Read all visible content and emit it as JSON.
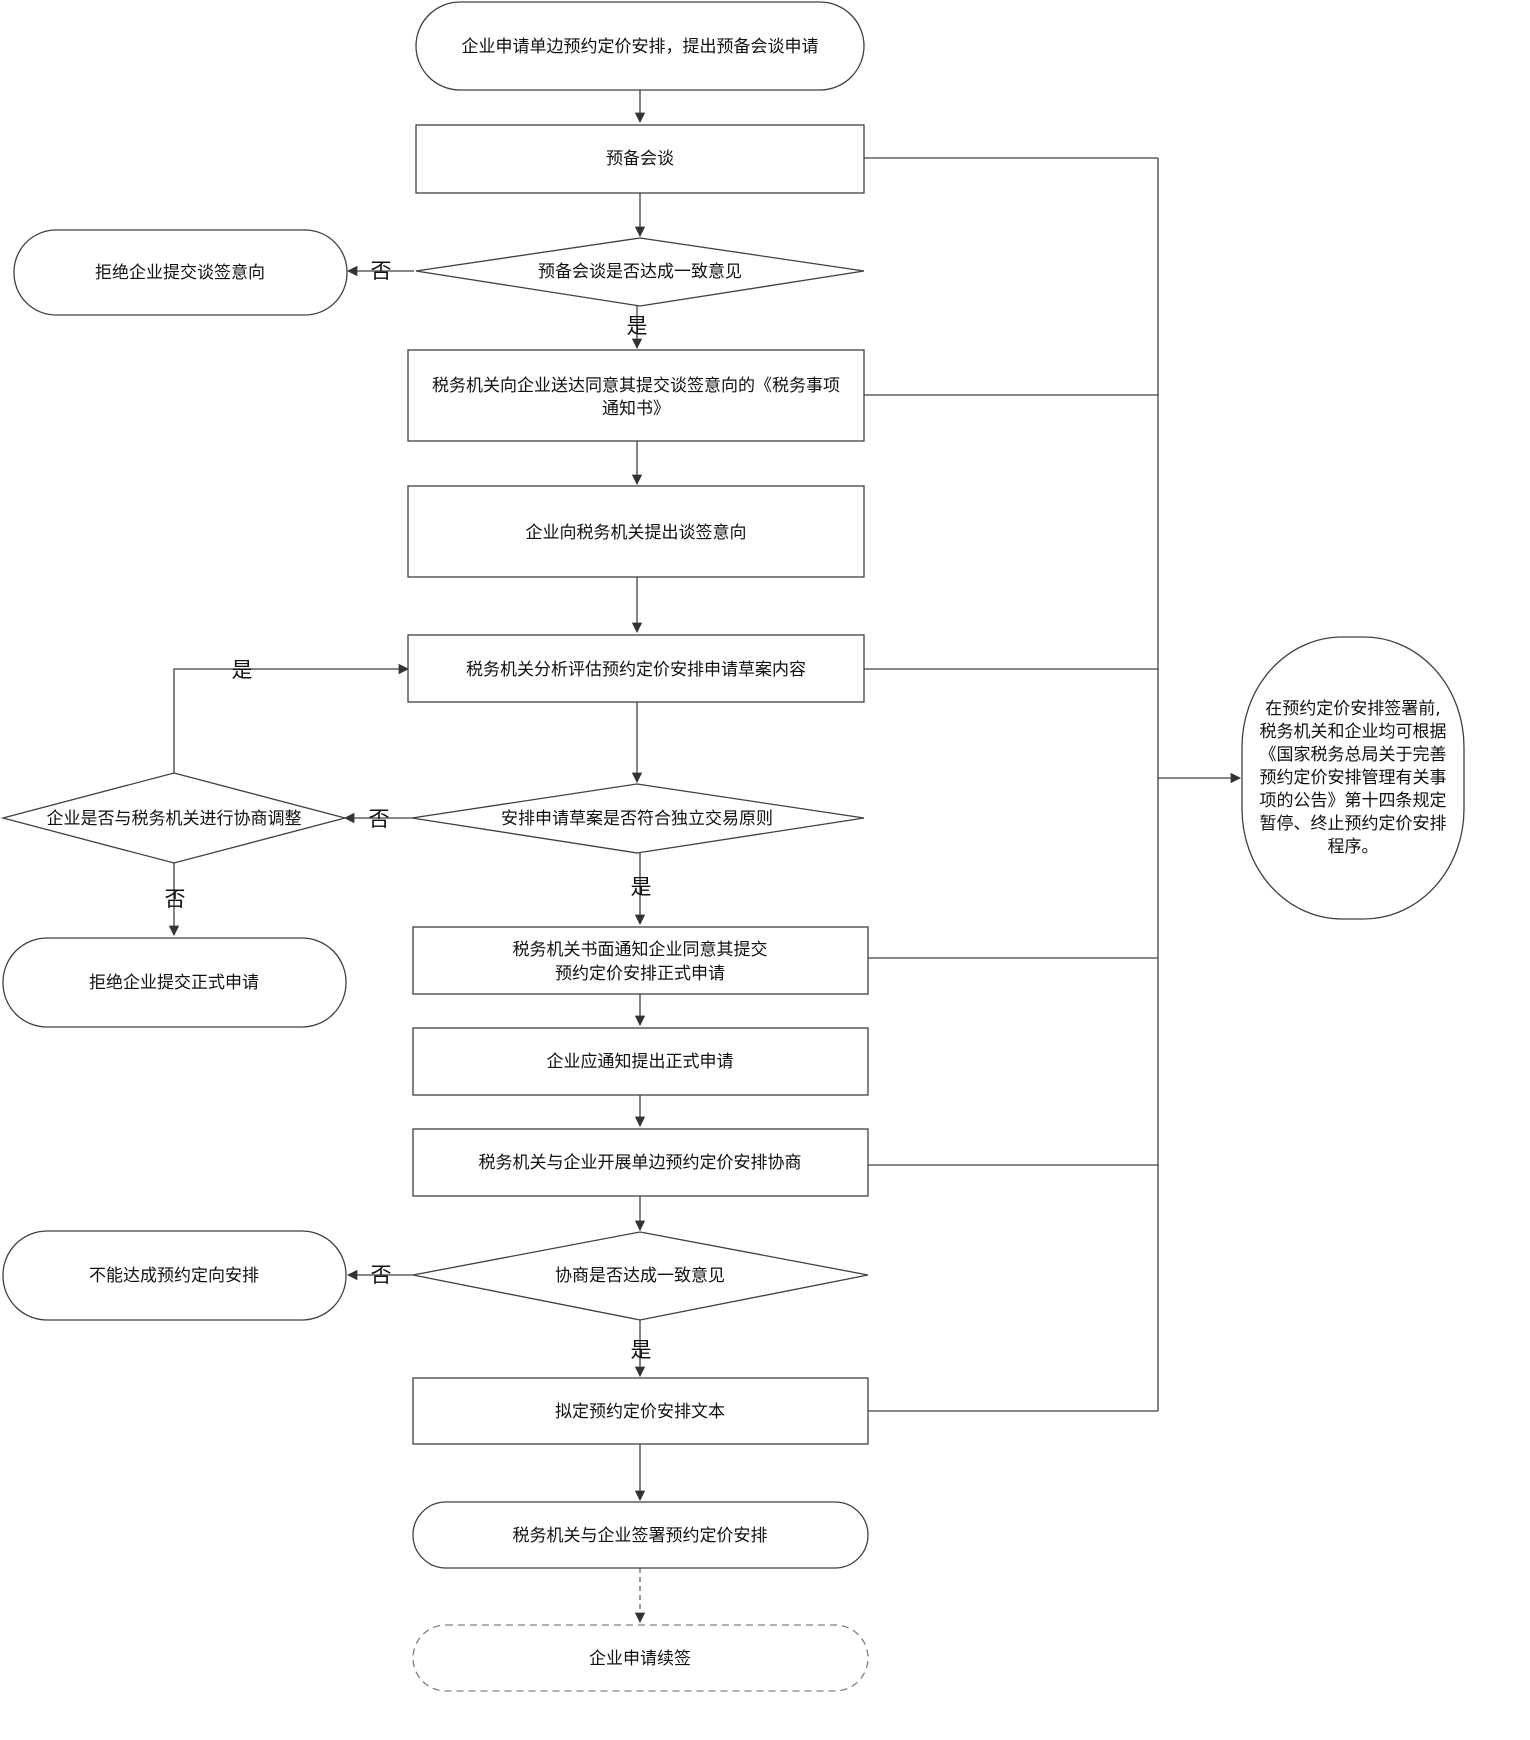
{
  "nodes": {
    "start": "企业申请单边预约定价安排，提出预备会谈申请",
    "prep_meeting": "预备会谈",
    "prep_agree": "预备会谈是否达成一致意见",
    "reject_intent": "拒绝企业提交谈签意向",
    "notice_line1": "税务机关向企业送达同意其提交谈签意向的《税务事项",
    "notice_line2": "通知书》",
    "submit_intent": "企业向税务机关提出谈签意向",
    "analyze_draft": "税务机关分析评估预约定价安排申请草案内容",
    "arm_length": "安排申请草案是否符合独立交易原则",
    "consult_adjust": "企业是否与税务机关进行协商调整",
    "reject_formal": "拒绝企业提交正式申请",
    "written_notice_line1": "税务机关书面通知企业同意其提交",
    "written_notice_line2": "预约定价安排正式申请",
    "formal_app": "企业应通知提出正式申请",
    "negotiate": "税务机关与企业开展单边预约定价安排协商",
    "negotiate_agree": "协商是否达成一致意见",
    "cannot_reach": "不能达成预约定向安排",
    "draft_text": "拟定预约定价安排文本",
    "sign": "税务机关与企业签署预约定价安排",
    "renew": "企业申请续签",
    "side_note": [
      "在预约定价安排签署前,",
      "税务机关和企业均可根据",
      "《国家税务总局关于完善",
      "预约定价安排管理有关事",
      "项的公告》第十四条规定",
      "暂停、终止预约定价安排",
      "程序。"
    ]
  },
  "edge_labels": {
    "no": "否",
    "yes": "是"
  }
}
